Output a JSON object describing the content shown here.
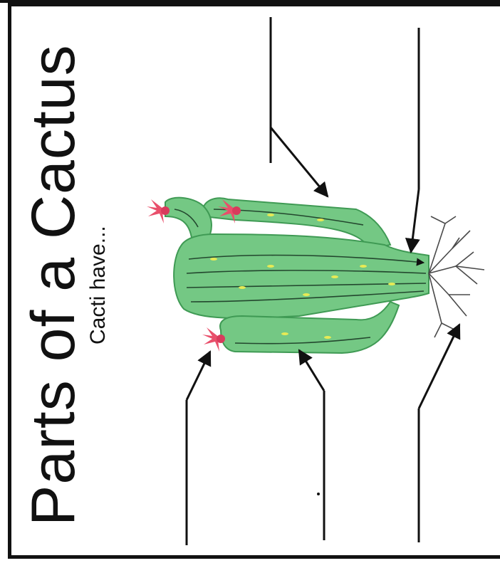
{
  "worksheet": {
    "title": "Parts of a Cactus",
    "subtitle": "Cacti have...",
    "colors": {
      "cactus_body": "#74c884",
      "cactus_outline": "#3f9a54",
      "spine_lines": "#23472e",
      "dots": "#e7ea55",
      "flower": "#e94f6b",
      "flower_base": "#d83b5c",
      "roots": "#4a4a4a",
      "ink": "#111111"
    },
    "answer_lines": [
      {
        "id": "top-left",
        "points_to": "arm",
        "answer": ""
      },
      {
        "id": "top-right",
        "points_to": "stem",
        "answer": ""
      },
      {
        "id": "bottom-left",
        "points_to": "flower",
        "answer": ""
      },
      {
        "id": "bottom-middle",
        "points_to": "arm",
        "answer": ""
      },
      {
        "id": "bottom-right",
        "points_to": "roots",
        "answer": ""
      }
    ]
  }
}
